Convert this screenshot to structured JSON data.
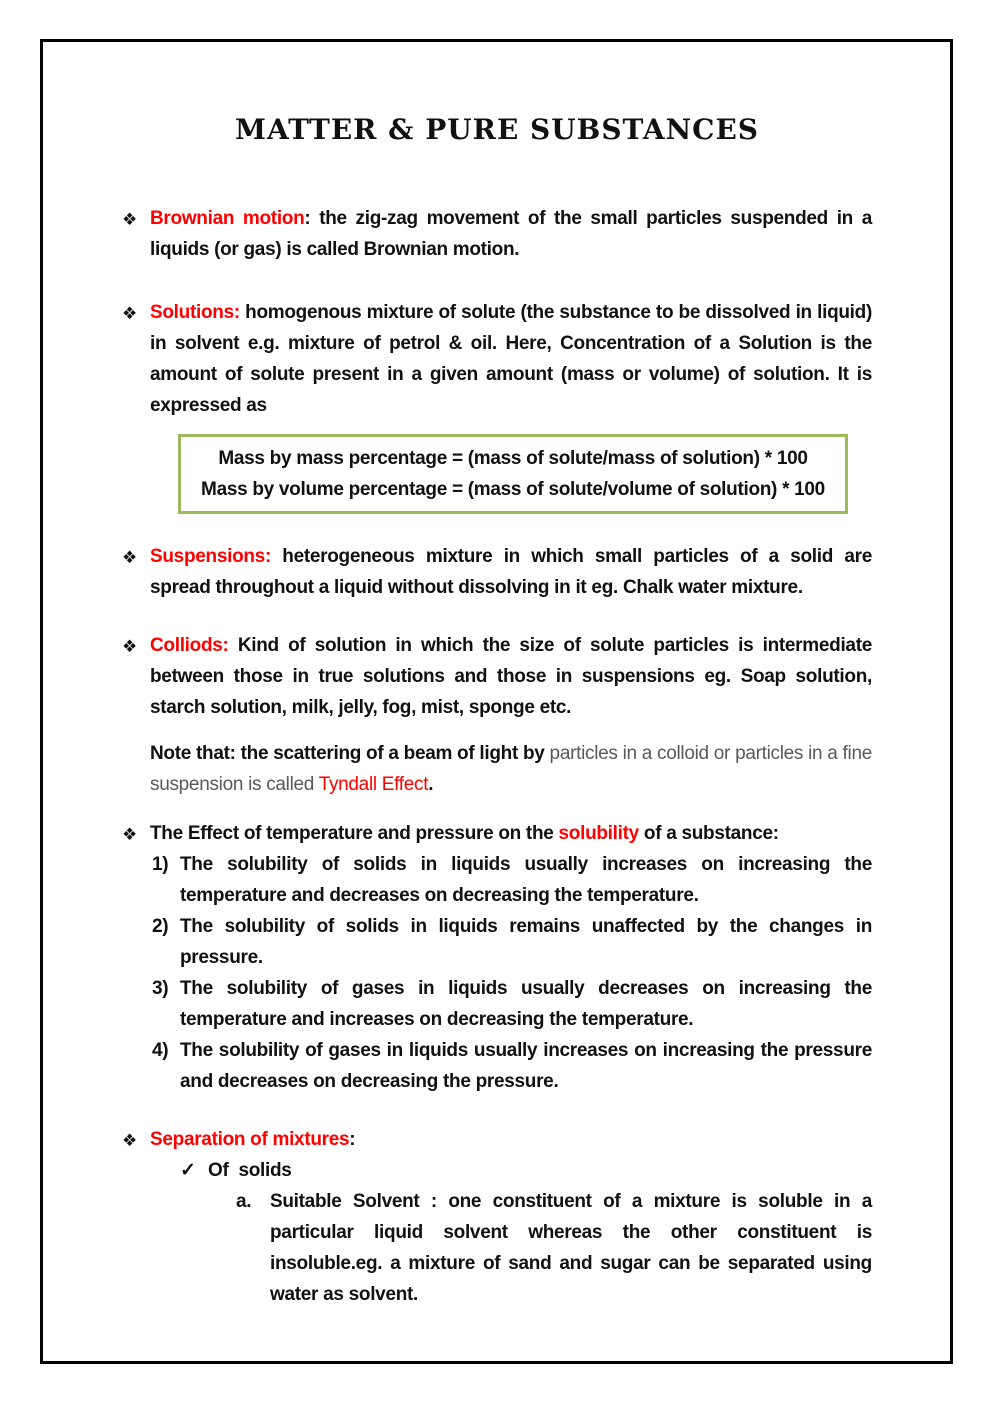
{
  "title": "MATTER & PURE SUBSTANCES",
  "glyphs": {
    "diamond": "❖",
    "check": "✓"
  },
  "colors": {
    "red": "#ff0000",
    "box_border": "#9bbb59",
    "gray": "#595959",
    "text": "#111111"
  },
  "brownian": {
    "term": "Brownian motion",
    "colon": ": ",
    "body": "the zig-zag movement of the small particles suspended in a liquids (or gas) is called Brownian motion."
  },
  "solutions": {
    "term": "Solutions:",
    "body": " homogenous mixture of solute (the substance to be dissolved in liquid) in solvent e.g. mixture of petrol & oil. Here, Concentration of a Solution is the amount of solute present in a given amount (mass or volume) of solution. It is expressed as"
  },
  "formula_box": {
    "line1": "Mass by mass percentage = (mass of solute/mass of solution) * 100",
    "line2": "Mass by volume percentage = (mass of solute/volume of solution) * 100"
  },
  "suspensions": {
    "term": "Suspensions:",
    "body": " heterogeneous mixture in which small particles of a solid are spread throughout a liquid without dissolving in it eg. Chalk water mixture."
  },
  "colliods": {
    "term": "Colliods:",
    "body": " Kind of solution in which the size of solute particles is intermediate between those in true solutions and those in suspensions eg. Soap solution, starch solution, milk, jelly, fog, mist, sponge etc."
  },
  "note": {
    "bold": "Note that: the scattering of a beam of light by ",
    "gray": "particles in a colloid or particles in a fine suspension is called ",
    "red": "Tyndall Effect",
    "period": "."
  },
  "solubility": {
    "head_pre": "The Effect of temperature and pressure on the ",
    "head_red": "solubility",
    "head_post": " of a substance:",
    "items": [
      {
        "num": "1)",
        "text": "The solubility of solids in liquids usually increases on increasing the temperature and decreases on decreasing the temperature."
      },
      {
        "num": "2)",
        "text": "The solubility of solids in liquids remains unaffected by the changes in pressure."
      },
      {
        "num": "3)",
        "text": "The solubility of gases in liquids usually decreases on increasing the temperature and increases on decreasing the temperature."
      },
      {
        "num": "4)",
        "text": "The solubility of gases in liquids usually increases on increasing the pressure and decreases on decreasing the pressure."
      }
    ]
  },
  "separation": {
    "term": "Separation of mixtures",
    "colon": ":",
    "sub_label": "Of  solids",
    "item_letter": "a.",
    "item_text": "Suitable Solvent : one constituent of a mixture is soluble in a particular liquid solvent whereas the other constituent is insoluble.eg. a mixture of sand and sugar can be separated using water as solvent."
  }
}
